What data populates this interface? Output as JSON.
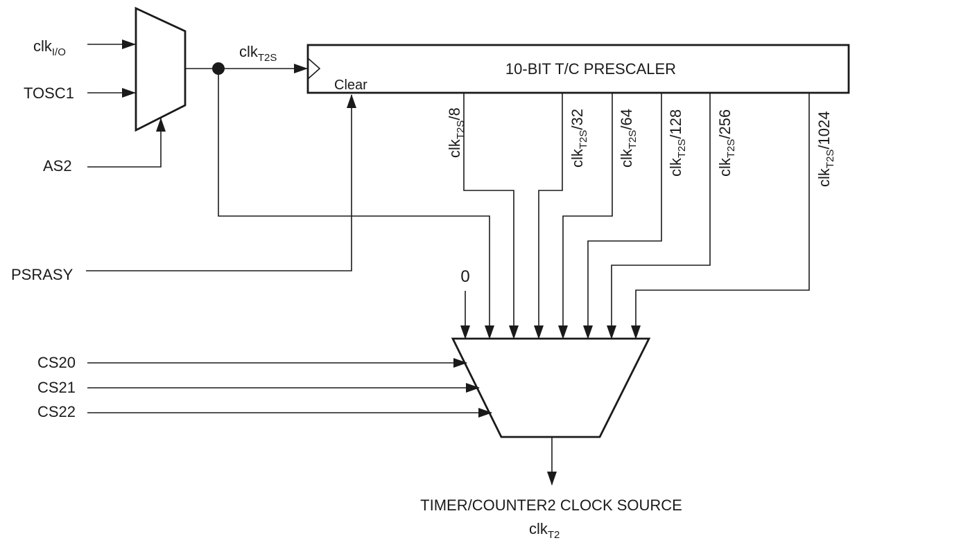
{
  "inputs": {
    "clk_io": {
      "base": "clk",
      "sub": "I/O"
    },
    "tosc1": "TOSC1",
    "as2": "AS2",
    "psrasy": "PSRASY",
    "cs20": "CS20",
    "cs21": "CS21",
    "cs22": "CS22",
    "zero": "0"
  },
  "clk_t2s_signal": {
    "base": "clk",
    "sub": "T2S"
  },
  "prescaler": {
    "title": "10-BIT T/C PRESCALER",
    "clear": "Clear"
  },
  "taps": [
    {
      "base": "clk",
      "sub": "T2S",
      "div": "/8"
    },
    {
      "base": "clk",
      "sub": "T2S",
      "div": "/32"
    },
    {
      "base": "clk",
      "sub": "T2S",
      "div": "/64"
    },
    {
      "base": "clk",
      "sub": "T2S",
      "div": "/128"
    },
    {
      "base": "clk",
      "sub": "T2S",
      "div": "/256"
    },
    {
      "base": "clk",
      "sub": "T2S",
      "div": "/1024"
    }
  ],
  "output": {
    "title": "TIMER/COUNTER2 CLOCK SOURCE",
    "base": "clk",
    "sub": "T2"
  }
}
